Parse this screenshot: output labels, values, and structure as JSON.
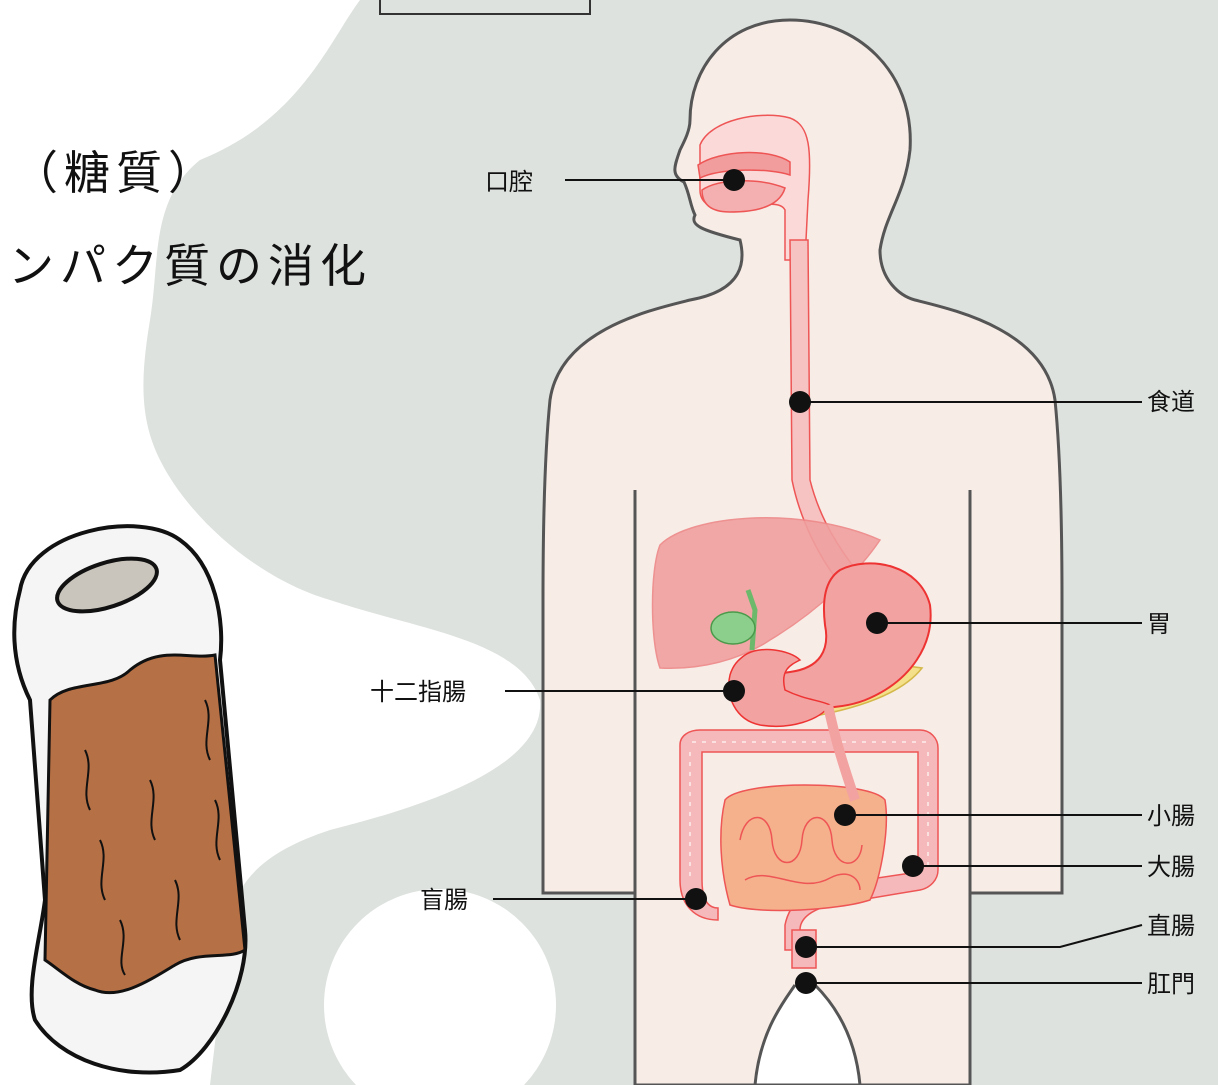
{
  "slide": {
    "heading_lines": [
      "（糖質）",
      "ンパク質の消化",
      "）"
    ]
  },
  "diagram": {
    "labels": {
      "mouth": "口腔",
      "esophagus": "食道",
      "stomach": "胃",
      "duodenum": "十二指腸",
      "small_intestine": "小腸",
      "large_intestine": "大腸",
      "cecum": "盲腸",
      "rectum": "直腸",
      "anus": "肛門"
    }
  },
  "colors": {
    "background": "#dde2de",
    "blob": "#ffffff",
    "body_skin": "#f7ece6",
    "organ_red": "#f2a2a0",
    "small_intestine": "#f5b08c",
    "colon": "#f6b9bb",
    "gallbladder": "#8ccf8c",
    "pancreas": "#f4e08a",
    "cylinder_brown": "#b67045"
  }
}
